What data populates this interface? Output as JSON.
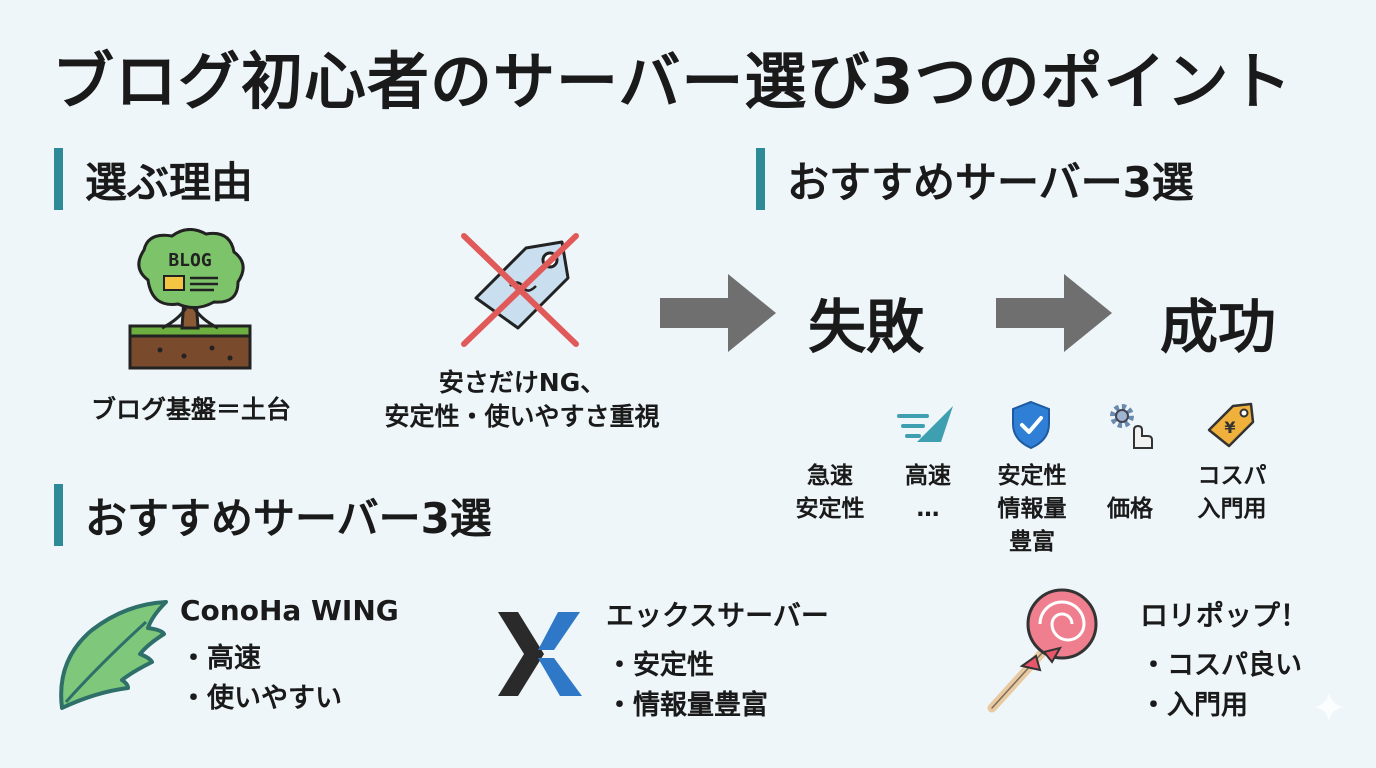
{
  "title": "ブログ初心者のサーバー選び3つのポイント",
  "sections": {
    "reason": "選ぶ理由",
    "recommend_right": "おすすめサーバー3選",
    "recommend_bottom": "おすすめサーバー3選"
  },
  "reason": {
    "blog_tree_label": "BLOG",
    "foundation_caption": "ブログ基盤＝土台",
    "price_caption_line1": "安さだけNG、",
    "price_caption_line2": "安定性・使いやすさ重視"
  },
  "flow": {
    "fail": "失敗",
    "success": "成功"
  },
  "features": [
    {
      "line1": "急速",
      "line2": "安定性",
      "icon": "none"
    },
    {
      "line1": "高速",
      "line2": "…",
      "icon": "speed-icon"
    },
    {
      "line1": "安定性",
      "line2": "情報量",
      "line3": "豊富",
      "icon": "shield-check-icon"
    },
    {
      "line1": "価格",
      "icon": "gear-hand-icon"
    },
    {
      "line1": "コスパ",
      "line2": "入門用",
      "icon": "yen-tag-icon"
    }
  ],
  "servers": [
    {
      "name": "ConoHa WING",
      "points": [
        "高速",
        "使いやすい"
      ],
      "icon": "wing-icon"
    },
    {
      "name": "エックスサーバー",
      "points": [
        "安定性",
        "情報量豊富"
      ],
      "icon": "x-logo-icon"
    },
    {
      "name": "ロリポップ！",
      "points": [
        "コスパ良い",
        "入門用"
      ],
      "icon": "lollipop-icon"
    }
  ],
  "colors": {
    "background": "#eef6fa",
    "section_bar": "#2e8a97",
    "arrow": "#6f6f6f",
    "cross": "#e05a5a",
    "tree_green": "#7cc36a",
    "soil": "#7a4a2c",
    "shield": "#2f7fd6",
    "tag": "#f0b13c",
    "lollipop": "#ef7f8e"
  }
}
